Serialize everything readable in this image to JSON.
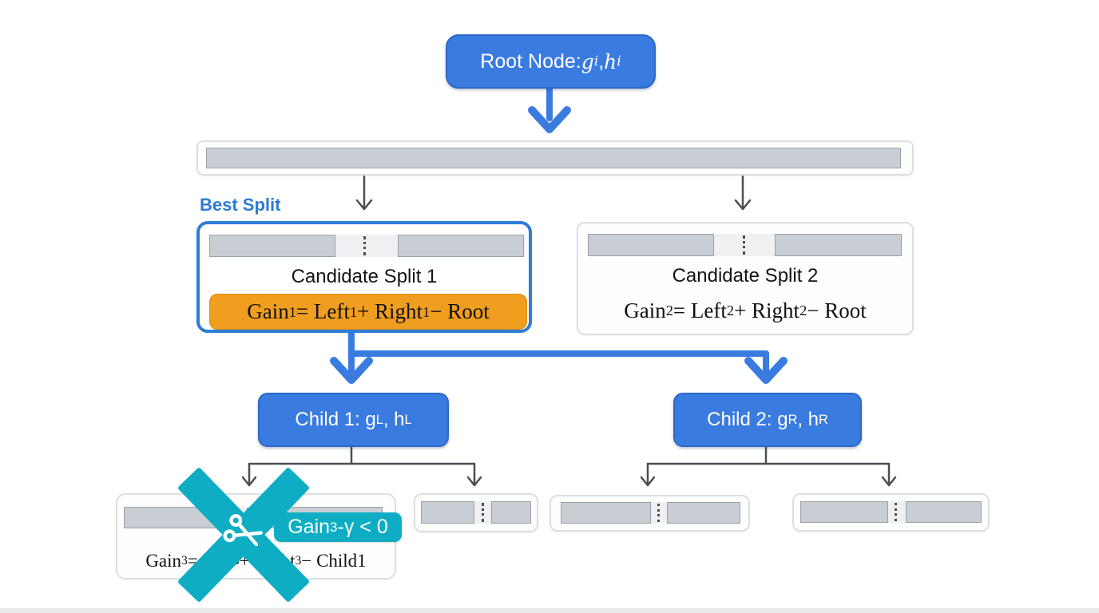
{
  "colors": {
    "node_blue": "#3a7be0",
    "node_blue_border": "#2d68c8",
    "best_split_blue": "#2e7cd6",
    "highlight_orange": "#f09e1f",
    "prune_teal": "#0fadc4",
    "bar_gray": "#c9ced4",
    "dark_arrow": "#4a4f55",
    "panel_border": "#dcdee2"
  },
  "icons": {
    "scissors": "✂",
    "prune_cross": "✕",
    "blue_down_arrow": "↓",
    "dark_down_arrow": "↓"
  },
  "root_node": {
    "label_prefix": "Root Node: ",
    "var_g": "g",
    "sub_g": "i",
    "separator": ", ",
    "var_h": "h",
    "sub_h": "i"
  },
  "best_split": {
    "label": "Best Split"
  },
  "candidate_split_1": {
    "title": "Candidate Split 1",
    "formula": {
      "t1": "Gain",
      "s1": "1",
      "t2": " = Left",
      "s2": "1",
      "t3": " + Right",
      "s3": "1",
      "t4": " − Root"
    }
  },
  "candidate_split_2": {
    "title": "Candidate Split 2",
    "formula": {
      "t1": "Gain",
      "s1": "2",
      "t2": " = Left",
      "s2": "2",
      "t3": " + Right",
      "s3": "2",
      "t4": " − Root"
    }
  },
  "child_1": {
    "t1": "Child 1: g",
    "s1": "L",
    "t2": ", h",
    "s2": "L"
  },
  "child_2": {
    "t1": "Child 2: g",
    "s1": "R",
    "t2": ", h",
    "s2": "R"
  },
  "pruned_split": {
    "formula": {
      "t1": "Gain",
      "s1": "3",
      "t2": " = Left",
      "s2": "3",
      "t3": " + Right",
      "s3": "3",
      "t4": " − Child1"
    },
    "badge": {
      "t1": "Gain",
      "s1": "3",
      "t2": "-γ < 0"
    }
  }
}
